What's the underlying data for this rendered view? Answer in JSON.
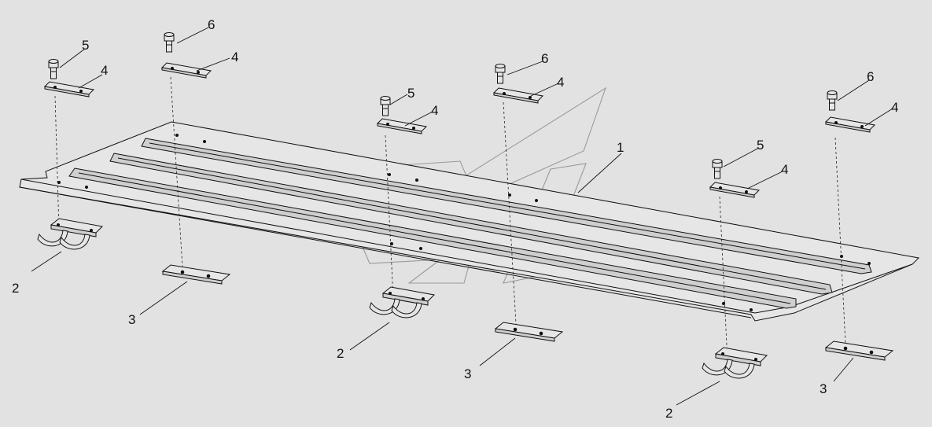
{
  "diagram": {
    "type": "exploded-parts-assembly",
    "background_color": "#e2e2e2",
    "line_color": "#111111",
    "callout_labels": [
      "1",
      "2",
      "3",
      "4",
      "5",
      "6"
    ],
    "callouts": [
      {
        "label": "1"
      },
      {
        "label": "2"
      },
      {
        "label": "2"
      },
      {
        "label": "2"
      },
      {
        "label": "3"
      },
      {
        "label": "3"
      },
      {
        "label": "3"
      },
      {
        "label": "4"
      },
      {
        "label": "4"
      },
      {
        "label": "4"
      },
      {
        "label": "4"
      },
      {
        "label": "4"
      },
      {
        "label": "4"
      },
      {
        "label": "5"
      },
      {
        "label": "5"
      },
      {
        "label": "5"
      },
      {
        "label": "6"
      },
      {
        "label": "6"
      },
      {
        "label": "6"
      }
    ]
  }
}
